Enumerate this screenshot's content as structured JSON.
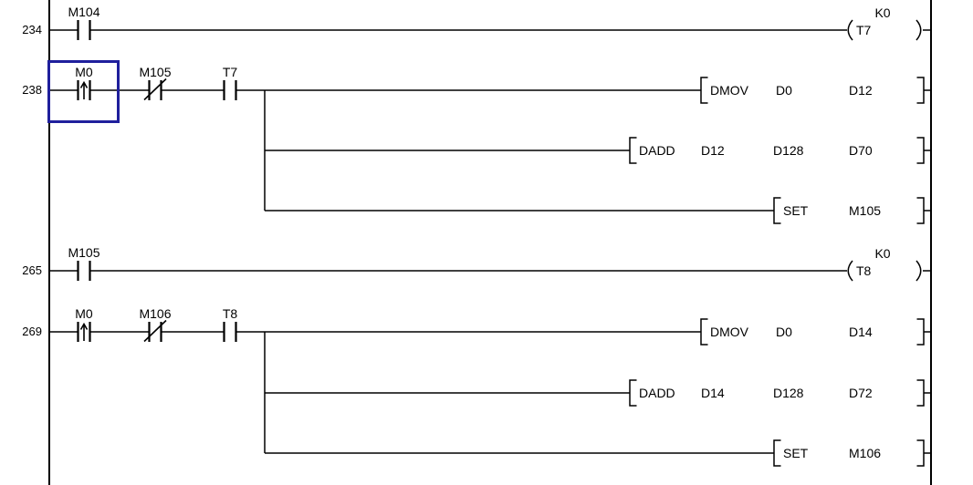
{
  "editor": {
    "background_color": "#ffffff",
    "line_color": "#000000",
    "selection_color": "#1f1f9c"
  },
  "rungs": [
    {
      "step": "234",
      "contacts": [
        {
          "label": "M104",
          "type": "normally-open"
        }
      ],
      "coil": {
        "label": "T7",
        "preset": "K0"
      }
    },
    {
      "step": "238",
      "contacts": [
        {
          "label": "M0",
          "type": "rising-pulse",
          "selected": true
        },
        {
          "label": "M105",
          "type": "normally-closed"
        },
        {
          "label": "T7",
          "type": "normally-open"
        }
      ],
      "instructions": [
        {
          "name": "DMOV",
          "operands": [
            "D0",
            "D12"
          ]
        },
        {
          "name": "DADD",
          "operands": [
            "D12",
            "D128",
            "D70"
          ]
        },
        {
          "name": "SET",
          "operands": [
            "M105"
          ]
        }
      ]
    },
    {
      "step": "265",
      "contacts": [
        {
          "label": "M105",
          "type": "normally-open"
        }
      ],
      "coil": {
        "label": "T8",
        "preset": "K0"
      }
    },
    {
      "step": "269",
      "contacts": [
        {
          "label": "M0",
          "type": "rising-pulse"
        },
        {
          "label": "M106",
          "type": "normally-closed"
        },
        {
          "label": "T8",
          "type": "normally-open"
        }
      ],
      "instructions": [
        {
          "name": "DMOV",
          "operands": [
            "D0",
            "D14"
          ]
        },
        {
          "name": "DADD",
          "operands": [
            "D14",
            "D128",
            "D72"
          ]
        },
        {
          "name": "SET",
          "operands": [
            "M106"
          ]
        }
      ]
    }
  ]
}
